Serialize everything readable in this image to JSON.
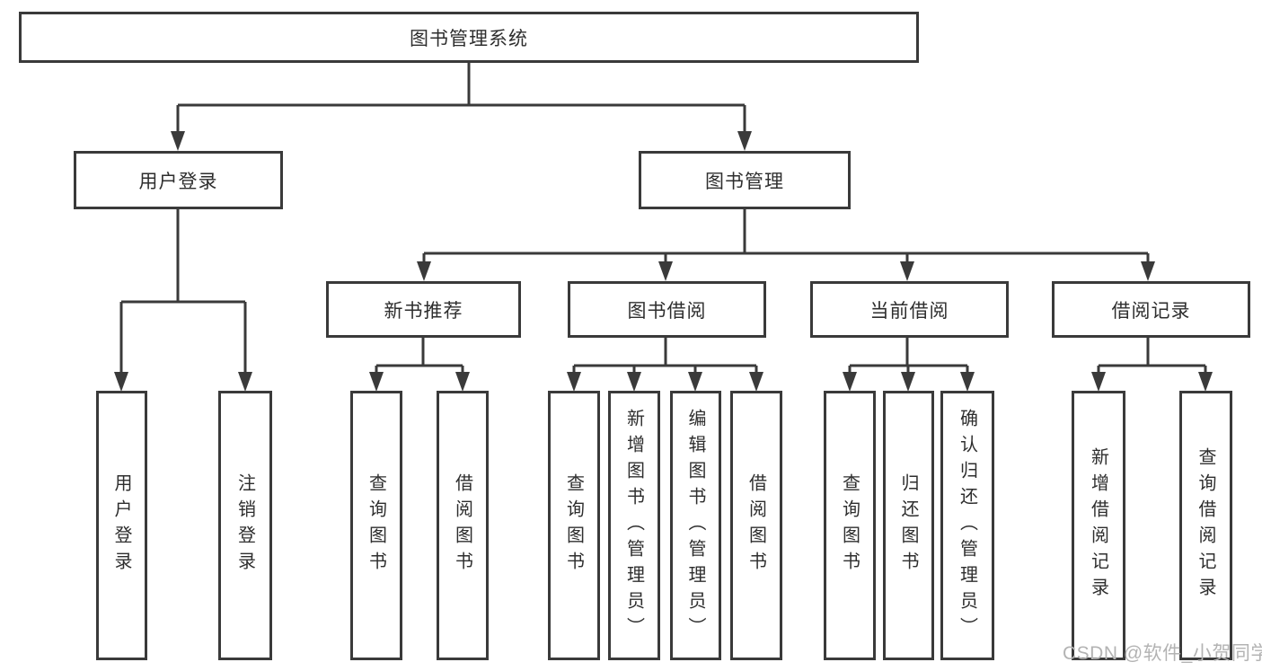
{
  "colors": {
    "line": "#3a3a3a",
    "text": "#2e2e2e",
    "watermark": "#b3b3b3",
    "background": "#ffffff"
  },
  "tree": {
    "label": "图书管理系统",
    "children": [
      {
        "label": "用户登录",
        "children": [
          {
            "label": "用户登录"
          },
          {
            "label": "注销登录"
          }
        ]
      },
      {
        "label": "图书管理",
        "children": [
          {
            "label": "新书推荐",
            "children": [
              {
                "label": "查询图书"
              },
              {
                "label": "借阅图书"
              }
            ]
          },
          {
            "label": "图书借阅",
            "children": [
              {
                "label": "查询图书"
              },
              {
                "label": "新增图书（管理员）"
              },
              {
                "label": "编辑图书（管理员）"
              },
              {
                "label": "借阅图书"
              }
            ]
          },
          {
            "label": "当前借阅",
            "children": [
              {
                "label": "查询图书"
              },
              {
                "label": "归还图书"
              },
              {
                "label": "确认归还（管理员）"
              }
            ]
          },
          {
            "label": "借阅记录",
            "children": [
              {
                "label": "新增借阅记录"
              },
              {
                "label": "查询借阅记录"
              }
            ]
          }
        ]
      }
    ]
  },
  "watermark": {
    "text": "CSDN @软件_小贺同学"
  }
}
